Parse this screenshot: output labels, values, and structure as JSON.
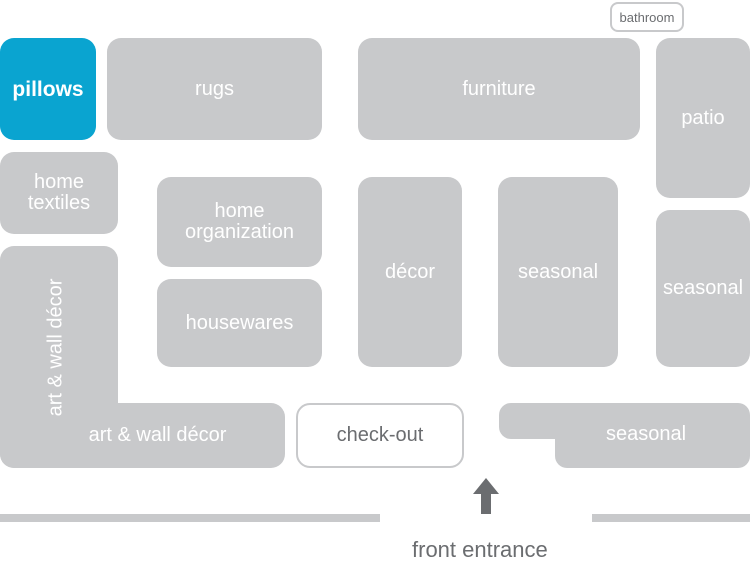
{
  "colors": {
    "department": "#c8c9cb",
    "highlight": "#0aa4d0",
    "text_on_dept": "#ffffff",
    "text_dark": "#6b6d70"
  },
  "departments": {
    "pillows": "pillows",
    "rugs": "rugs",
    "furniture": "furniture",
    "patio": "patio",
    "home_textiles": "home\ntextiles",
    "home_organization": "home\norganization",
    "housewares": "housewares",
    "decor": "décor",
    "seasonal_center": "seasonal",
    "seasonal_right": "seasonal",
    "seasonal_bottom": "seasonal",
    "art_wall_vertical": "art & wall décor",
    "art_wall_horizontal": "art & wall décor",
    "checkout": "check-out",
    "bathroom": "bathroom"
  },
  "entrance": {
    "label": "front entrance",
    "arrow_icon": "up-arrow-icon"
  }
}
